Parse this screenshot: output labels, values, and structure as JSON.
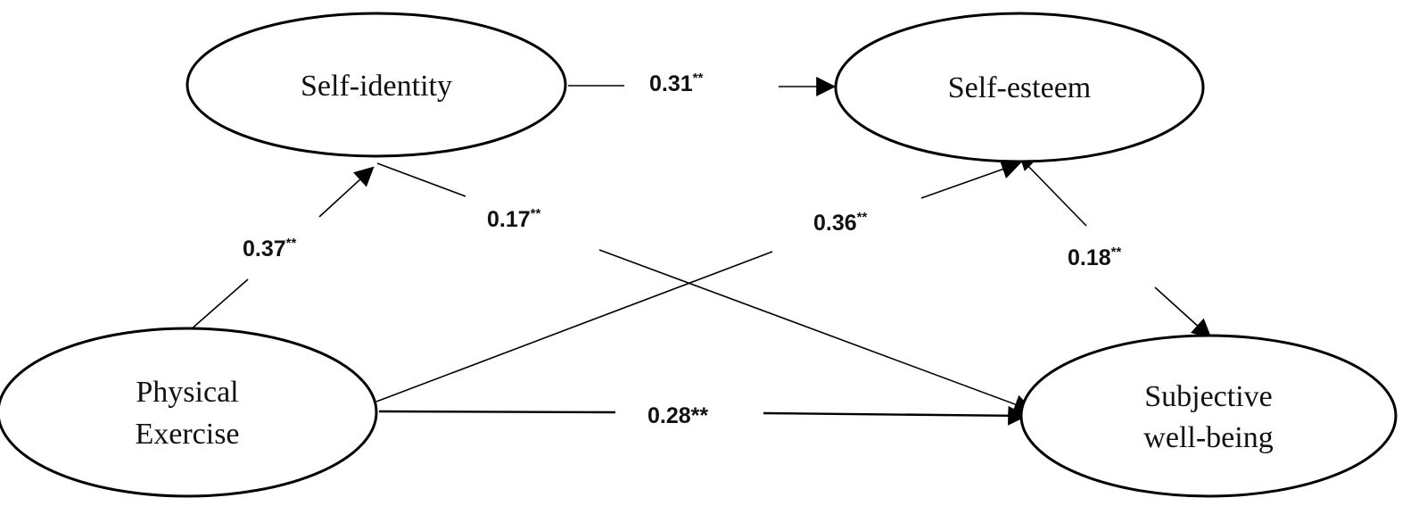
{
  "nodes": {
    "self_identity": {
      "label": "Self-identity"
    },
    "self_esteem": {
      "label": "Self-esteem"
    },
    "physical_exercise": {
      "lines": [
        "Physical",
        "Exercise"
      ]
    },
    "subjective_well_being": {
      "lines": [
        "Subjective",
        "well-being"
      ]
    }
  },
  "paths": {
    "identity_to_esteem": {
      "value": "0.31",
      "sig": "**"
    },
    "exercise_to_identity": {
      "value": "0.37",
      "sig": "**"
    },
    "identity_to_wellbeing": {
      "value": "0.17",
      "sig": "**"
    },
    "exercise_to_esteem": {
      "value": "0.36",
      "sig": "**"
    },
    "esteem_to_wellbeing": {
      "value": "0.18",
      "sig": "**"
    },
    "exercise_to_wellbeing": {
      "value": "0.28",
      "sig": "**"
    }
  }
}
